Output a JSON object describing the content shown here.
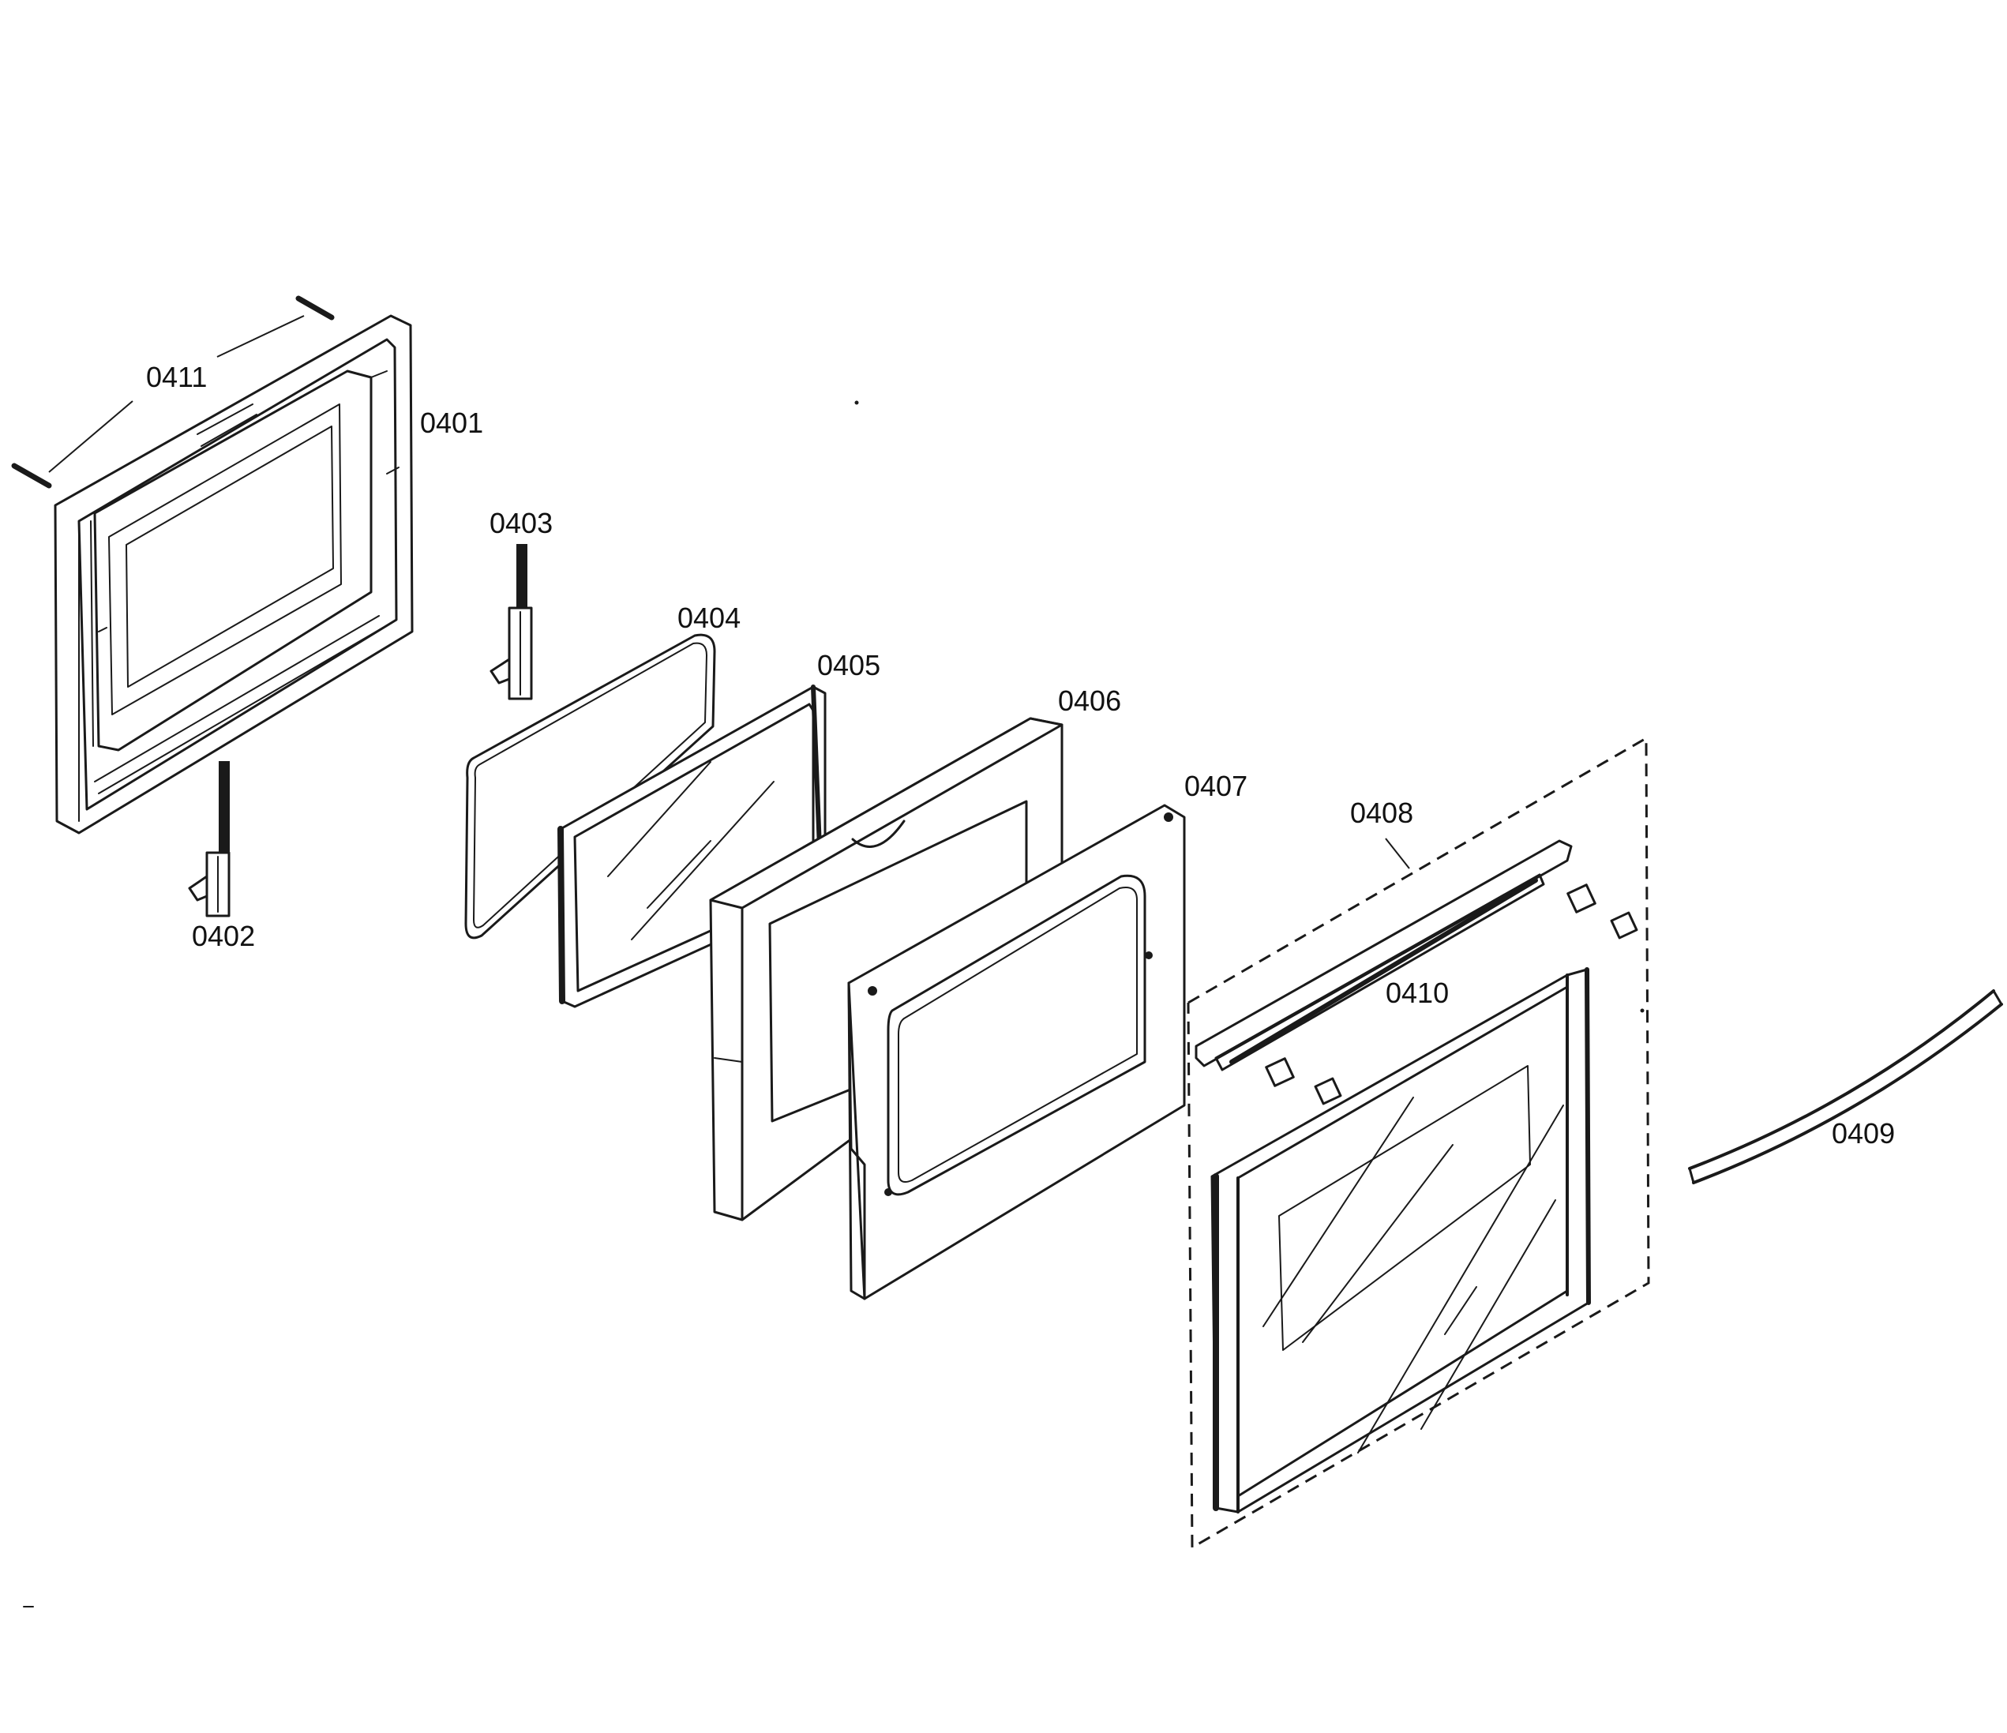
{
  "labels": {
    "p0401": "0401",
    "p0402": "0402",
    "p0403": "0403",
    "p0404": "0404",
    "p0405": "0405",
    "p0406": "0406",
    "p0407": "0407",
    "p0408": "0408",
    "p0409": "0409",
    "p0410": "0410",
    "p0411": "0411"
  },
  "colors": {
    "line": "#1a1a1a",
    "background": "#ffffff"
  }
}
